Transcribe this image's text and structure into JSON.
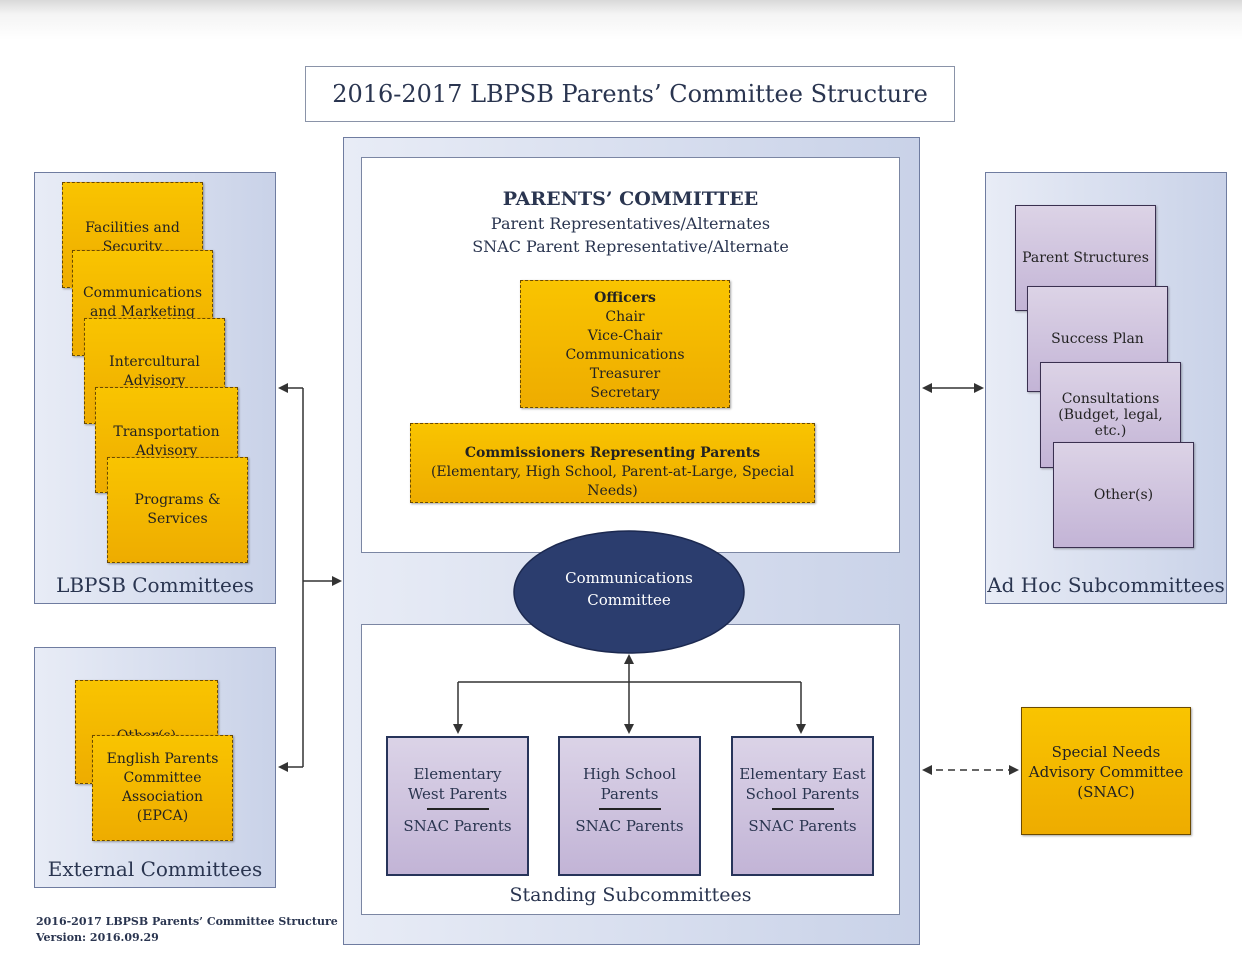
{
  "title": "2016-2017 LBPSB Parents’ Committee Structure",
  "parents_committee": {
    "heading": "PARENTS’ COMMITTEE",
    "line1": "Parent Representatives/Alternates",
    "line2": "SNAC Parent Representative/Alternate"
  },
  "officers": {
    "heading": "Officers",
    "roles": [
      "Chair",
      "Vice-Chair",
      "Communications",
      "Treasurer",
      "Secretary"
    ]
  },
  "commissioners": {
    "heading": "Commissioners Representing Parents",
    "detail": "(Elementary, High School, Parent-at-Large, Special Needs)"
  },
  "communications_committee": {
    "line1": "Communications",
    "line2": "Committee"
  },
  "standing": {
    "label": "Standing Subcommittees",
    "cards": [
      {
        "line1": "Elementary",
        "line2": "West Parents",
        "snac": "SNAC Parents"
      },
      {
        "line1": "High School",
        "line2": "Parents",
        "snac": "SNAC Parents"
      },
      {
        "line1": "Elementary East",
        "line2": "School Parents",
        "snac": "SNAC Parents"
      }
    ]
  },
  "lbpsb": {
    "label": "LBPSB Committees",
    "items": [
      {
        "line1": "Facilities and",
        "line2": "Security"
      },
      {
        "line1": "Communications",
        "line2": "and Marketing"
      },
      {
        "line1": "Intercultural",
        "line2": "Advisory"
      },
      {
        "line1": "Transportation",
        "line2": "Advisory"
      },
      {
        "line1": "Programs &",
        "line2": "Services"
      }
    ]
  },
  "external": {
    "label": "External Committees",
    "back_item": "Other(s)",
    "front_item": {
      "line1": "English Parents",
      "line2": "Committee",
      "line3": "Association",
      "line4": "(EPCA)"
    }
  },
  "adhoc": {
    "label": "Ad Hoc Subcommittees",
    "items": [
      {
        "line1": "Parent Structures",
        "line2": ""
      },
      {
        "line1": "Success Plan",
        "line2": ""
      },
      {
        "line1": "Consultations",
        "line2": "(Budget, legal, etc.)"
      },
      {
        "line1": "Other(s)",
        "line2": ""
      }
    ]
  },
  "snac": {
    "line1": "Special Needs",
    "line2": "Advisory Committee",
    "line3": "(SNAC)"
  },
  "footer": {
    "line1": "2016-2017 LBPSB Parents’ Committee Structure",
    "line2": "Version: 2016.09.29"
  },
  "colors": {
    "gold": "#f5b800",
    "navy": "#27345a",
    "lavender": "#cfc3df"
  }
}
